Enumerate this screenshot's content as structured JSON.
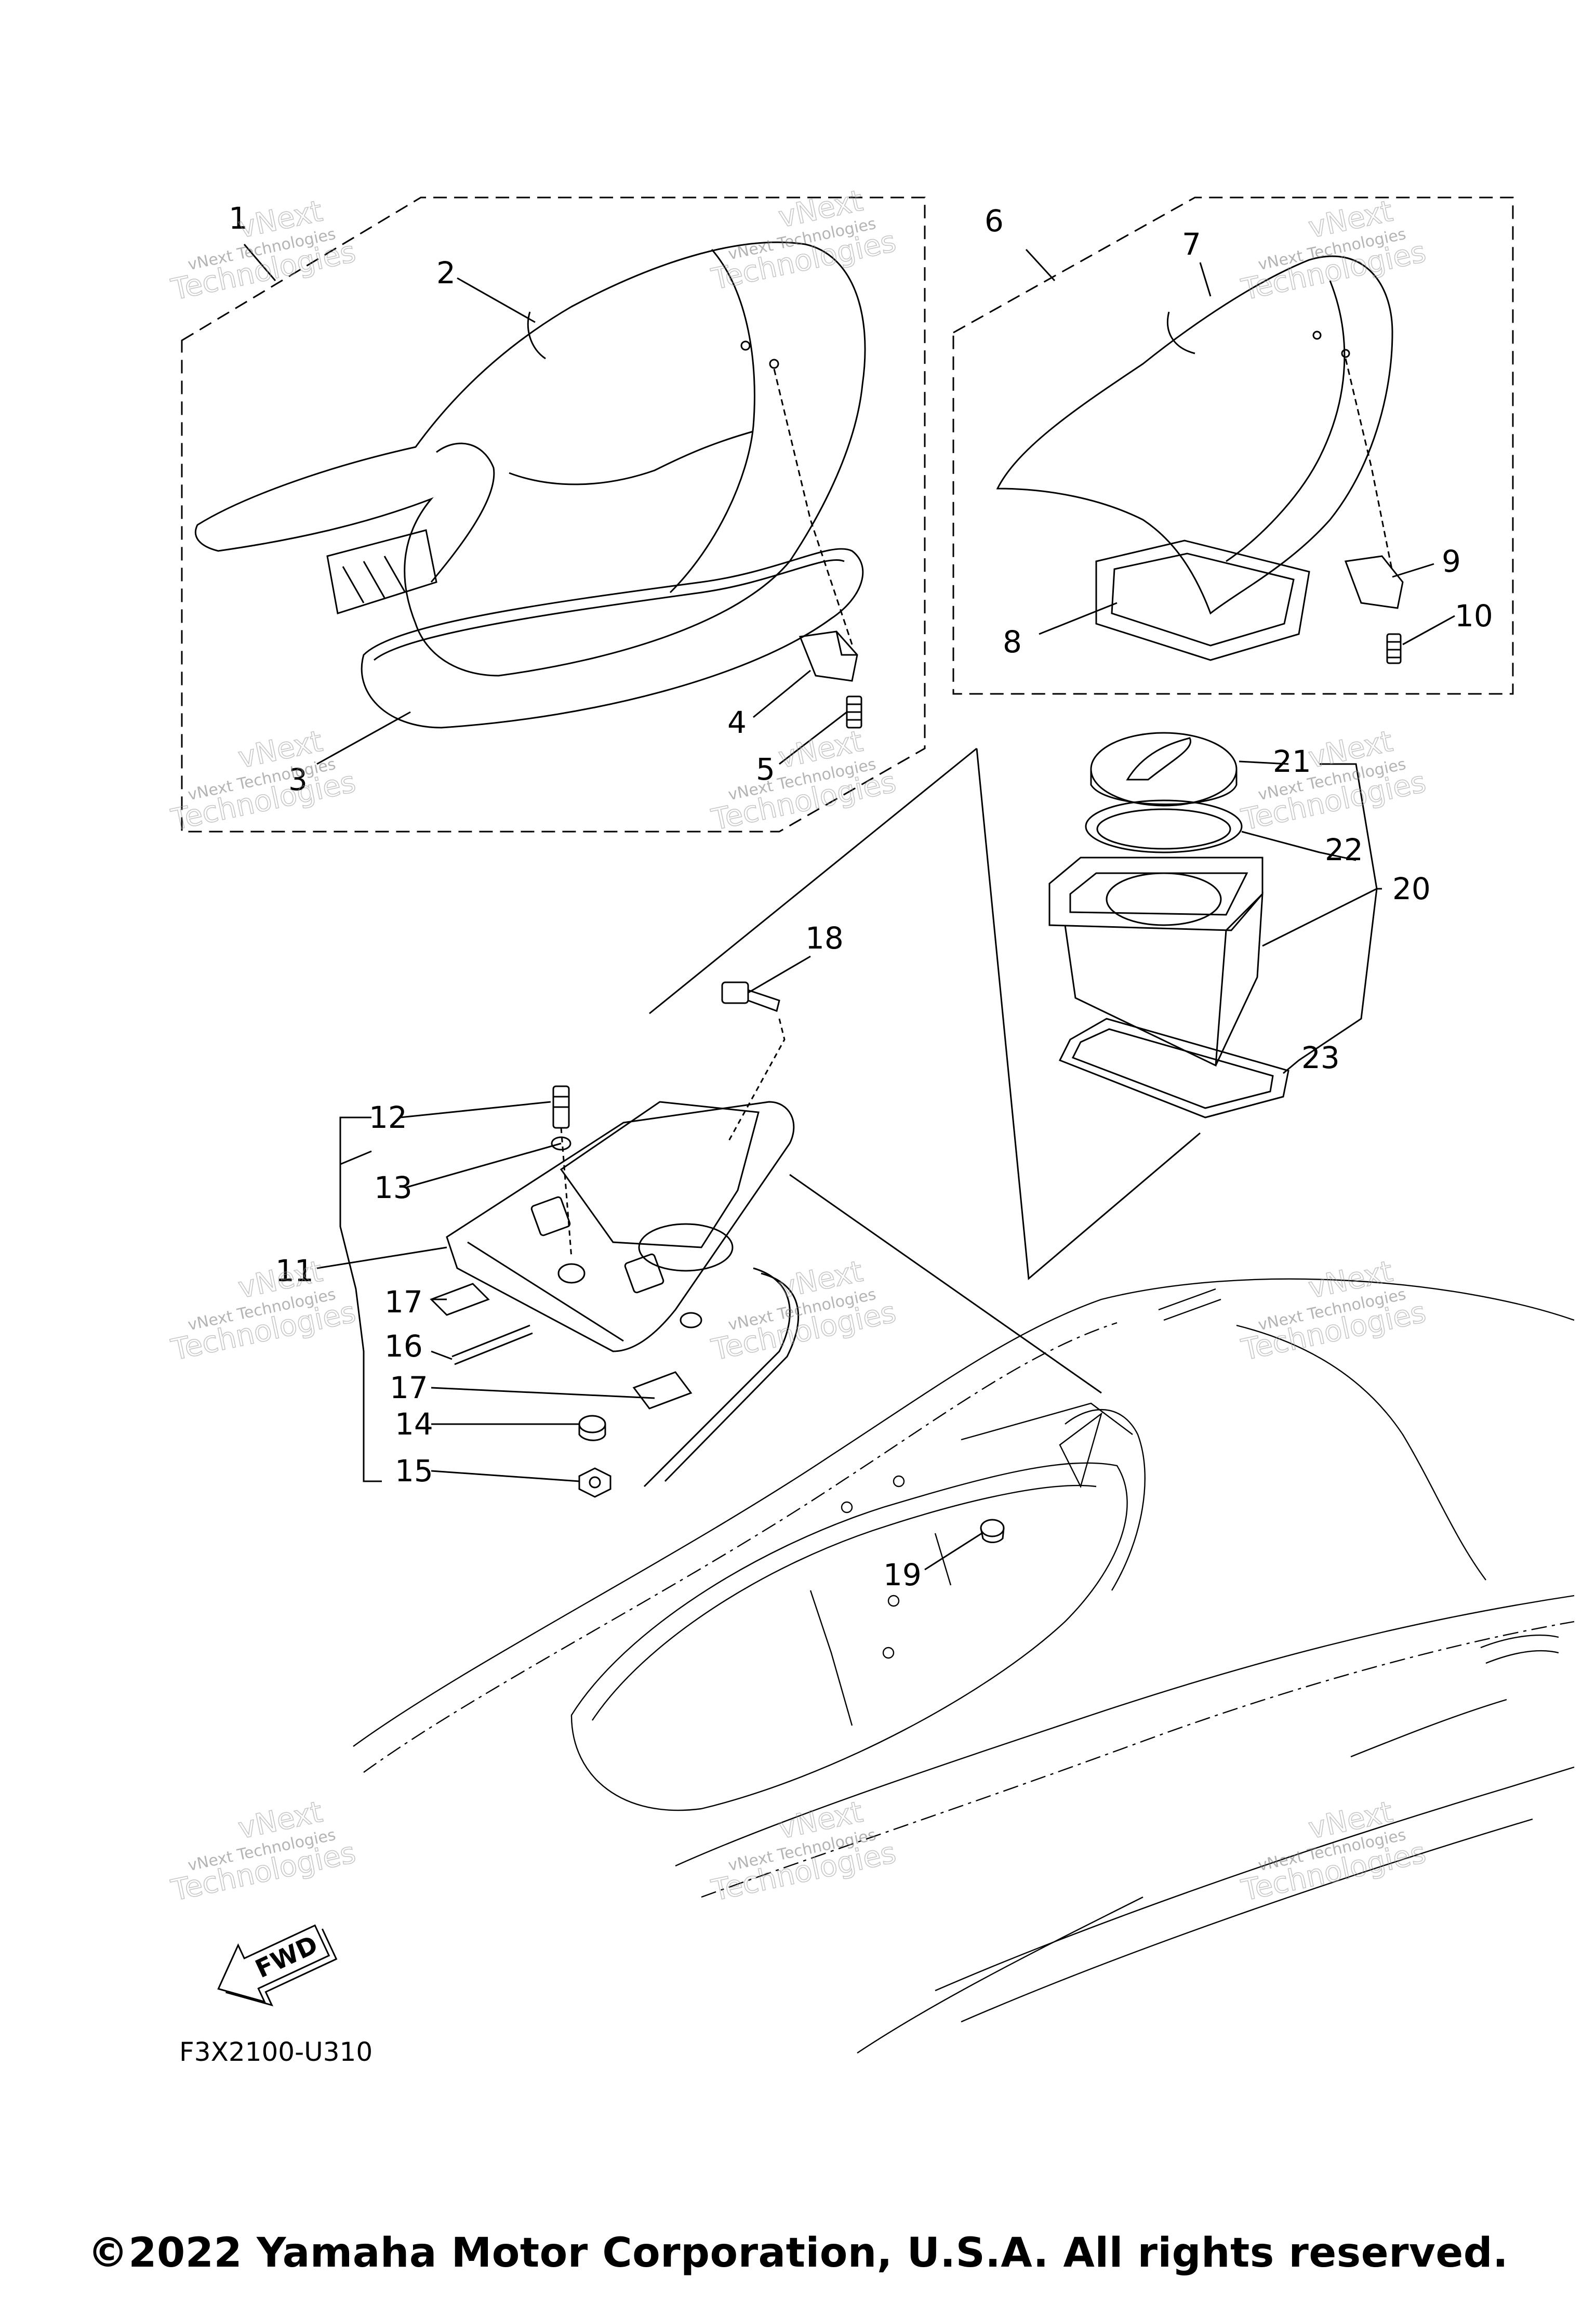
{
  "callouts": [
    "1",
    "2",
    "3",
    "4",
    "5",
    "6",
    "7",
    "8",
    "9",
    "10",
    "11",
    "12",
    "13",
    "14",
    "15",
    "16",
    "17",
    "17",
    "18",
    "19",
    "20",
    "21",
    "22",
    "23"
  ],
  "watermark": {
    "line1": "vNext Technologies",
    "big1": "vNext",
    "big2": "Technologies"
  },
  "fwd_label": "FWD",
  "diagram_ref": "F3X2100-U310",
  "copyright": "©2022 Yamaha Motor Corporation, U.S.A. All rights reserved."
}
